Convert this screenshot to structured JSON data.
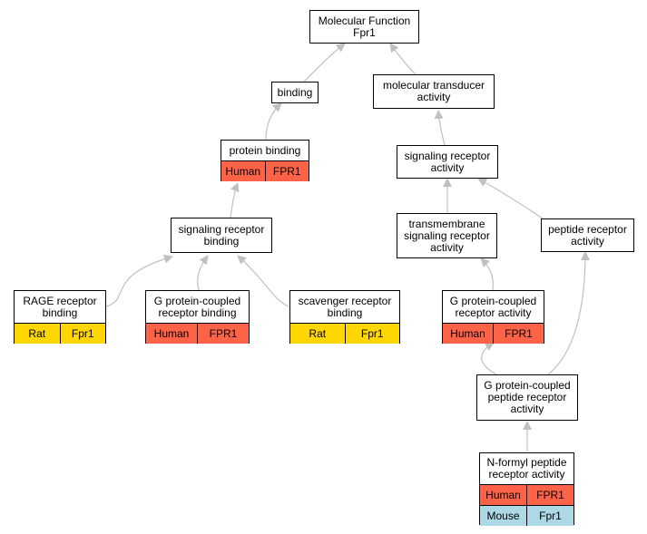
{
  "nodes": {
    "root": {
      "label": "Molecular Function\nFpr1"
    },
    "binding": {
      "label": "binding"
    },
    "mol_transducer": {
      "label": "molecular transducer\nactivity"
    },
    "protein_binding": {
      "label": "protein binding",
      "rows": [
        {
          "species": "Human",
          "gene": "FPR1",
          "color": "#ff6347"
        }
      ]
    },
    "sig_rec_activity": {
      "label": "signaling receptor\nactivity"
    },
    "sig_rec_binding": {
      "label": "signaling receptor\nbinding"
    },
    "tm_sig_rec": {
      "label": "transmembrane\nsignaling receptor\nactivity"
    },
    "peptide_rec": {
      "label": "peptide receptor\nactivity"
    },
    "rage": {
      "label": "RAGE receptor\nbinding",
      "rows": [
        {
          "species": "Rat",
          "gene": "Fpr1",
          "color": "#ffd700"
        }
      ]
    },
    "gpcr_binding": {
      "label": "G protein-coupled\nreceptor binding",
      "rows": [
        {
          "species": "Human",
          "gene": "FPR1",
          "color": "#ff6347"
        }
      ]
    },
    "scavenger": {
      "label": "scavenger receptor\nbinding",
      "rows": [
        {
          "species": "Rat",
          "gene": "Fpr1",
          "color": "#ffd700"
        }
      ]
    },
    "gpcr_activity": {
      "label": "G protein-coupled\nreceptor activity",
      "rows": [
        {
          "species": "Human",
          "gene": "FPR1",
          "color": "#ff6347"
        }
      ]
    },
    "gpcr_peptide": {
      "label": "G protein-coupled\npeptide receptor\nactivity"
    },
    "nformyl": {
      "label": "N-formyl peptide\nreceptor activity",
      "rows": [
        {
          "species": "Human",
          "gene": "FPR1",
          "color": "#ff6347"
        },
        {
          "species": "Mouse",
          "gene": "Fpr1",
          "color": "#add8e6"
        }
      ]
    }
  },
  "edge_color": "#c0c0c0"
}
